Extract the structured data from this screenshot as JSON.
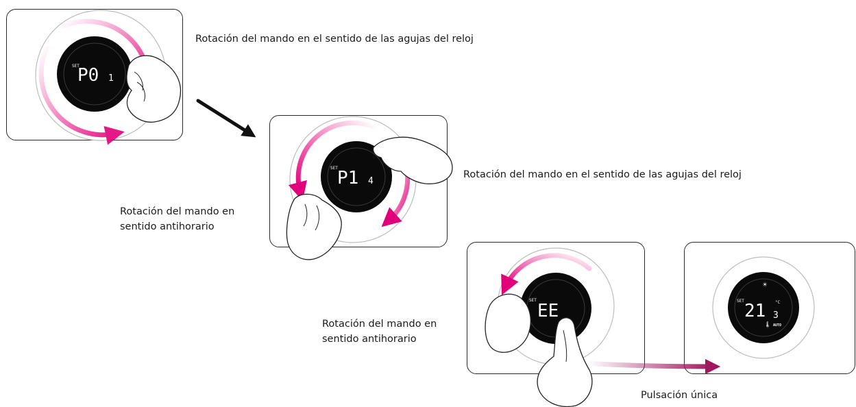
{
  "steps": [
    {
      "display": {
        "set_label": "SET",
        "main": "P0",
        "small": "1"
      },
      "caption": "Rotación del mando en el sentido de las agujas del reloj"
    },
    {
      "display": {
        "set_label": "SET",
        "main": "P1",
        "small": "4"
      },
      "caption_right": "Rotación del mando en el sentido de las agujas del reloj",
      "caption_left": "Rotación del mando en sentido antihorario"
    },
    {
      "display": {
        "set_label": "SET",
        "main": "EE"
      },
      "caption": "Rotación del mando en sentido antihorario"
    },
    {
      "display": {
        "set_label": "SET",
        "main": "21",
        "small": "3",
        "unit": "°C",
        "mode": "AUTO",
        "sun_icon": "☀",
        "thermo_icon": "🌡"
      }
    }
  ],
  "press_caption": "Pulsación única",
  "colors": {
    "accent": "#e2007a",
    "press_arrow": "#a0185e",
    "panel_border": "#2a2a2a"
  }
}
